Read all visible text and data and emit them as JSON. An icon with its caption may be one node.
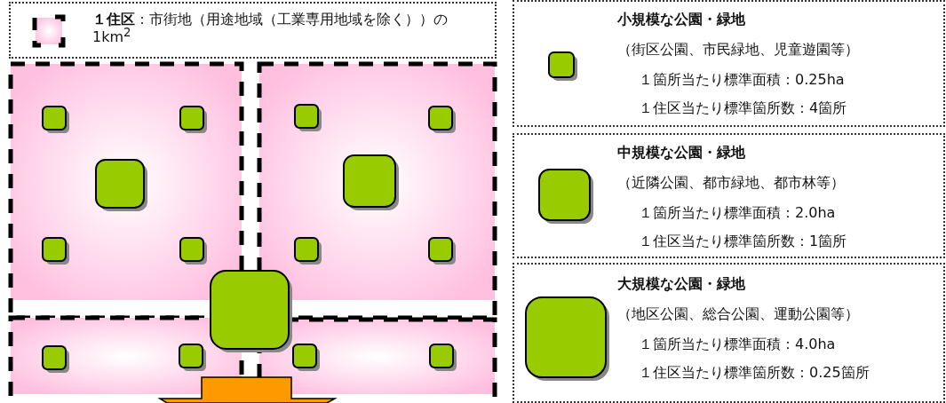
{
  "diagram": {
    "nodes": [
      {
        "text": [
          "**１住区**：市街地（用途地域（工業専用地域を除く））の1km$^{2}$"
        ]
      },
      {
        "text": [
          "小規模な公園・緑地",
          "（街区公園、市民緑地、児童遊園等）",
          "１箇所当たり標準面積：0.25ha",
          "１住区当たり標準箇所数：4箇所"
        ]
      },
      {
        "text": [
          "中規模な公園・緑地",
          "（近隣公園、都市緑地、都市林等）",
          "１箇所当たり標準面積：2.0ha",
          "１住区当たり標準箇所数：1箇所"
        ]
      },
      {
        "text": [
          "大規模な公園・緑地",
          "（地区公園、総合公園、運動公園等）",
          "１箇所当たり標準面積：4.0ha",
          "１住区当たり標準箇所数：0.25箇所"
        ]
      }
    ]
  }
}
